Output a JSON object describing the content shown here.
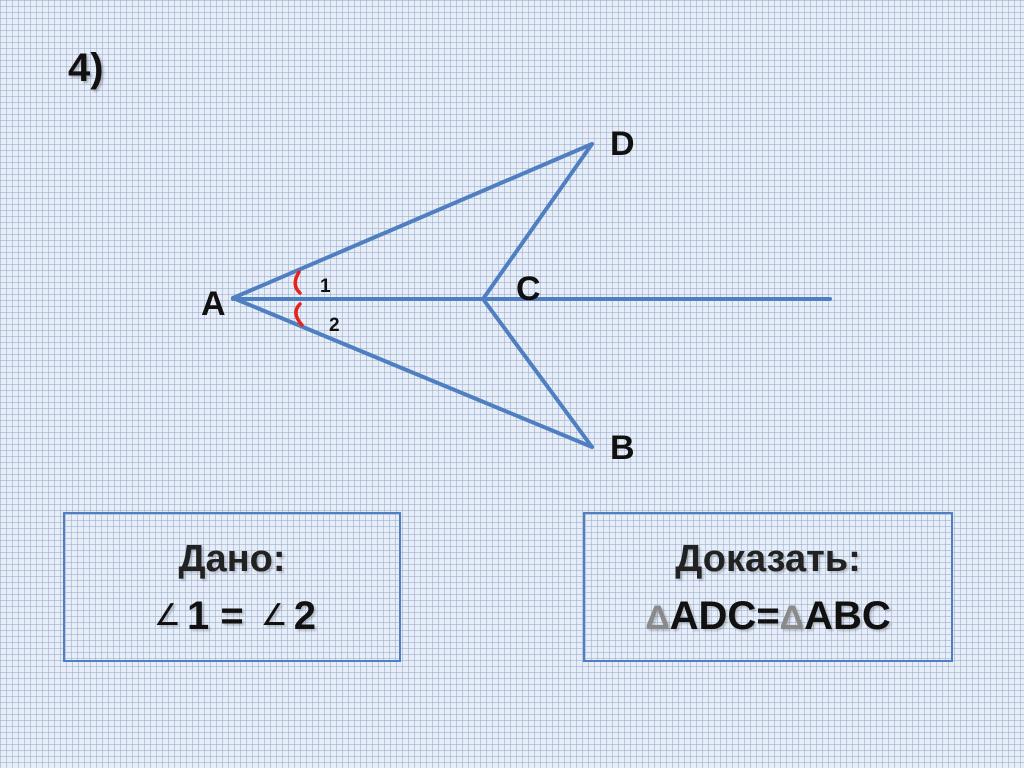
{
  "problem_number": "4)",
  "points": {
    "A": "A",
    "B": "B",
    "C": "C",
    "D": "D"
  },
  "angles": {
    "first": "1",
    "second": "2"
  },
  "given": {
    "title": "Дано:",
    "angle_symbol": "∠",
    "left": "1",
    "equals": "=",
    "right": "2"
  },
  "prove": {
    "title": "Доказать:",
    "delta": "Δ",
    "tri1": "ADC",
    "equals": "=",
    "tri2": "ABC"
  },
  "colors": {
    "line": "#4f7fc0",
    "angle_mark": "#e8231e",
    "delta": "#8a8a8a"
  }
}
